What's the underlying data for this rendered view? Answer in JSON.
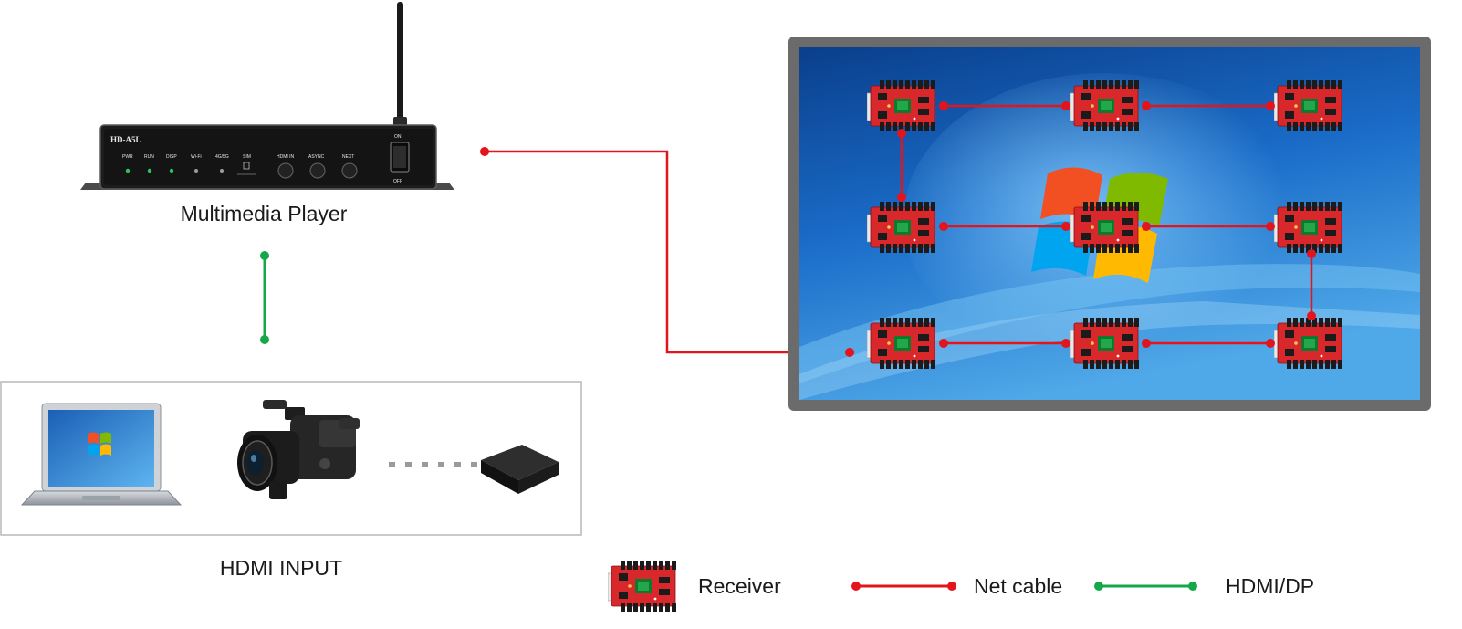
{
  "player": {
    "label": "Multimedia Player",
    "model": "HD-A5L",
    "indicators": [
      "PWR",
      "RUN",
      "DISP",
      "Wi-Fi",
      "4G/5G",
      "SIM"
    ],
    "buttons": [
      "HDMI IN",
      "ASYNC",
      "NEXT"
    ],
    "switch_on": "ON",
    "switch_off": "OFF"
  },
  "input": {
    "label": "HDMI INPUT"
  },
  "legend": {
    "receiver": "Receiver",
    "net_cable": "Net cable",
    "hdmi_dp": "HDMI/DP"
  },
  "colors": {
    "net_cable": "#e3141b",
    "hdmi": "#15a84a",
    "screen_frame": "#6b6b6b",
    "screen_bg": "#1560b8",
    "receiver_board": "#d8282c"
  },
  "icons": [
    "antenna-icon",
    "laptop-icon",
    "camcorder-icon",
    "set-top-box-icon",
    "receiver-card-icon",
    "windows-logo-icon"
  ]
}
